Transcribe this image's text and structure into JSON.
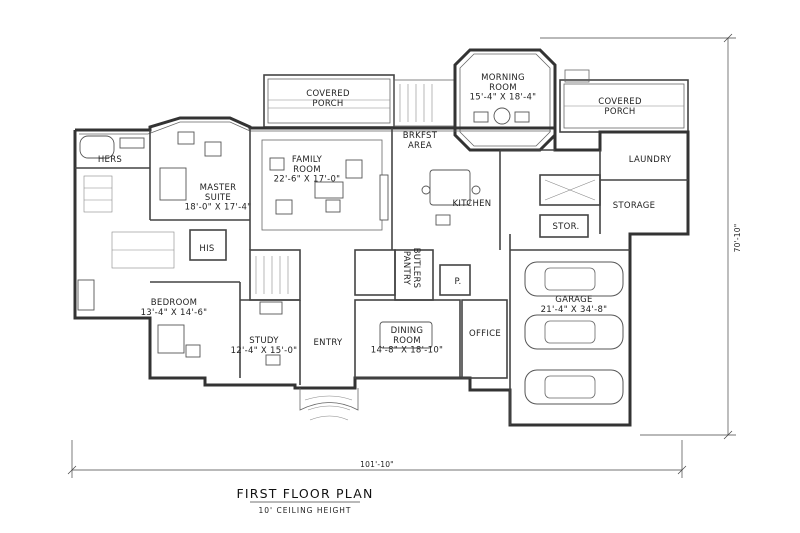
{
  "title": "FIRST FLOOR PLAN",
  "subtitle": "10' CEILING HEIGHT",
  "dimensions": {
    "overall_width": "101'-10\"",
    "overall_depth": "70'-10\""
  },
  "rooms": {
    "covered_porch_left": "COVERED\nPORCH",
    "morning_room": "MORNING\nROOM\n15'-4\" X 18'-4\"",
    "covered_porch_right": "COVERED\nPORCH",
    "hers": "HERS",
    "master_suite": "MASTER\nSUITE\n18'-0\" X 17'-4\"",
    "family_room": "FAMILY\nROOM\n22'-6\" X 17'-0\"",
    "brkfst_area": "BRKFST\nAREA",
    "kitchen": "KITCHEN",
    "laundry": "LAUNDRY",
    "storage": "STORAGE",
    "stor": "STOR.",
    "his": "HIS",
    "butlers_pantry": "BUTLERS\nPANTRY",
    "pantry_p": "P.",
    "bedroom": "BEDROOM\n13'-4\" X 14'-6\"",
    "garage": "GARAGE\n21'-4\" X 34'-8\"",
    "study": "STUDY\n12'-4\" X 15'-0\"",
    "entry": "ENTRY",
    "dining_room": "DINING\nROOM\n14'-8\" X 18'-10\"",
    "office": "OFFICE"
  }
}
